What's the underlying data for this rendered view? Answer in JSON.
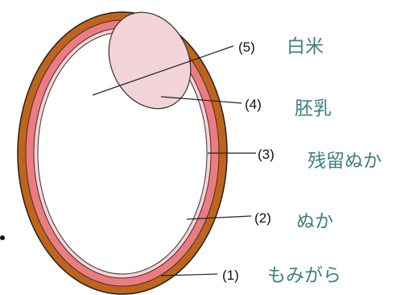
{
  "colors": {
    "husk": "#c0641c",
    "bran": "#ec7c80",
    "remaining_bran": "#fbd2d6",
    "endosperm": "#ffffff",
    "embryo": "#f2d3d8",
    "outline": "#222222",
    "label_text": "#3e7f7f"
  },
  "labels": [
    {
      "number": "(5)",
      "name": "白米"
    },
    {
      "number": "(4)",
      "name": "胚乳"
    },
    {
      "number": "(3)",
      "name": "残留ぬか"
    },
    {
      "number": "(2)",
      "name": "ぬか"
    },
    {
      "number": "(1)",
      "name": "もみがら"
    }
  ]
}
